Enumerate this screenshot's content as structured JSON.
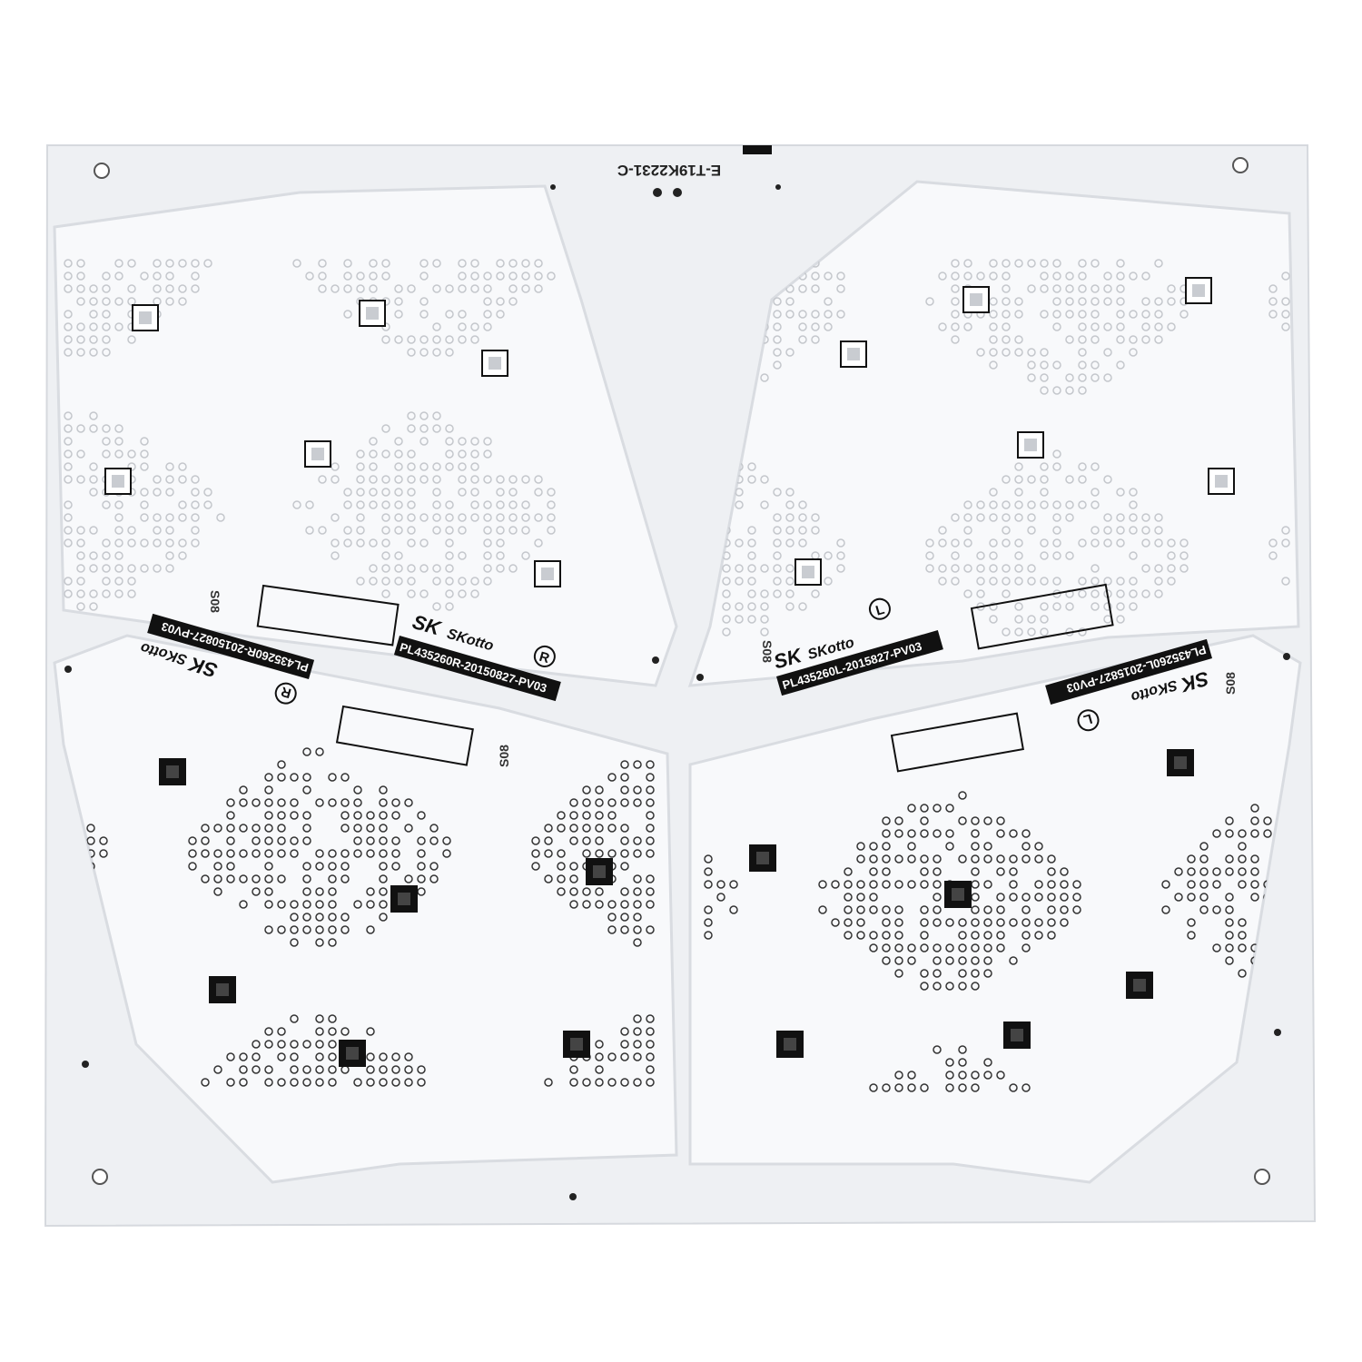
{
  "panel": {
    "code": "E-T19K2231-C",
    "colors": {
      "board": "#f7f8fa",
      "panel": "#eef0f3",
      "gap": "#ffffff",
      "silk": "#111111",
      "pad": "#b9bcc2"
    }
  },
  "boards": [
    {
      "id": "top-left",
      "part": "PL435260R-20150827-PV03",
      "side": "R",
      "brand": "SK",
      "logo": "SKotto",
      "silk": "S08"
    },
    {
      "id": "top-right",
      "part": "PL435260L-2015827-PV03",
      "side": "L",
      "brand": "SK",
      "logo": "SKotto",
      "silk": "S08"
    },
    {
      "id": "bottom-left",
      "part": "PL435260R-20150827-PV03",
      "side": "R",
      "brand": "SK",
      "logo": "SKotto",
      "silk": "S08"
    },
    {
      "id": "bottom-right",
      "part": "PL435260L-2015827-PV03",
      "side": "L",
      "brand": "SK",
      "logo": "SKotto",
      "silk": "S08"
    }
  ]
}
